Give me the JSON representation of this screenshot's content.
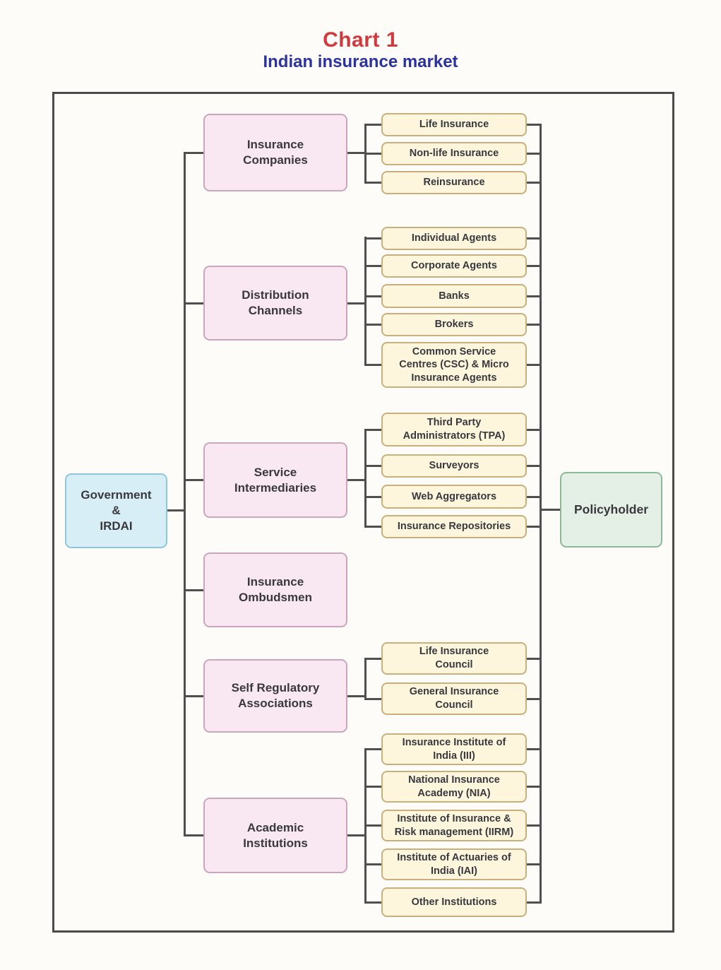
{
  "page": {
    "title": "Chart 1",
    "subtitle": "Indian insurance market"
  },
  "colors": {
    "title_red": "#d2393d",
    "subtitle_blue": "#2b339f",
    "category_fill": "#f9e7f1",
    "category_border": "#caa6bd",
    "leaf_fill": "#fdf6dd",
    "leaf_border": "#c8b07c",
    "root_fill": "#d8eef7",
    "root_border": "#8fc5da",
    "sink_fill": "#e4f0e6",
    "sink_border": "#8cba99",
    "connector": "#4f4f4f"
  },
  "diagram": {
    "root": {
      "label": "Government\n&\nIRDAI"
    },
    "sink": {
      "label": "Policyholder"
    },
    "categories": [
      {
        "label": "Insurance\nCompanies",
        "children": [
          "Life Insurance",
          "Non-life Insurance",
          "Reinsurance"
        ]
      },
      {
        "label": "Distribution\nChannels",
        "children": [
          "Individual Agents",
          "Corporate Agents",
          "Banks",
          "Brokers",
          "Common Service\nCentres (CSC) & Micro\nInsurance Agents"
        ]
      },
      {
        "label": "Service\nIntermediaries",
        "children": [
          "Third Party\nAdministrators (TPA)",
          "Surveyors",
          "Web Aggregators",
          "Insurance Repositories"
        ]
      },
      {
        "label": "Insurance\nOmbudsmen",
        "children": []
      },
      {
        "label": "Self Regulatory\nAssociations",
        "children": [
          "Life Insurance\nCouncil",
          "General Insurance\nCouncil"
        ]
      },
      {
        "label": "Academic\nInstitutions",
        "children": [
          "Insurance Institute of\nIndia (III)",
          "National Insurance\nAcademy (NIA)",
          "Institute of Insurance &\nRisk management (IIRM)",
          "Institute of Actuaries of\nIndia (IAI)",
          "Other Institutions"
        ]
      }
    ]
  }
}
